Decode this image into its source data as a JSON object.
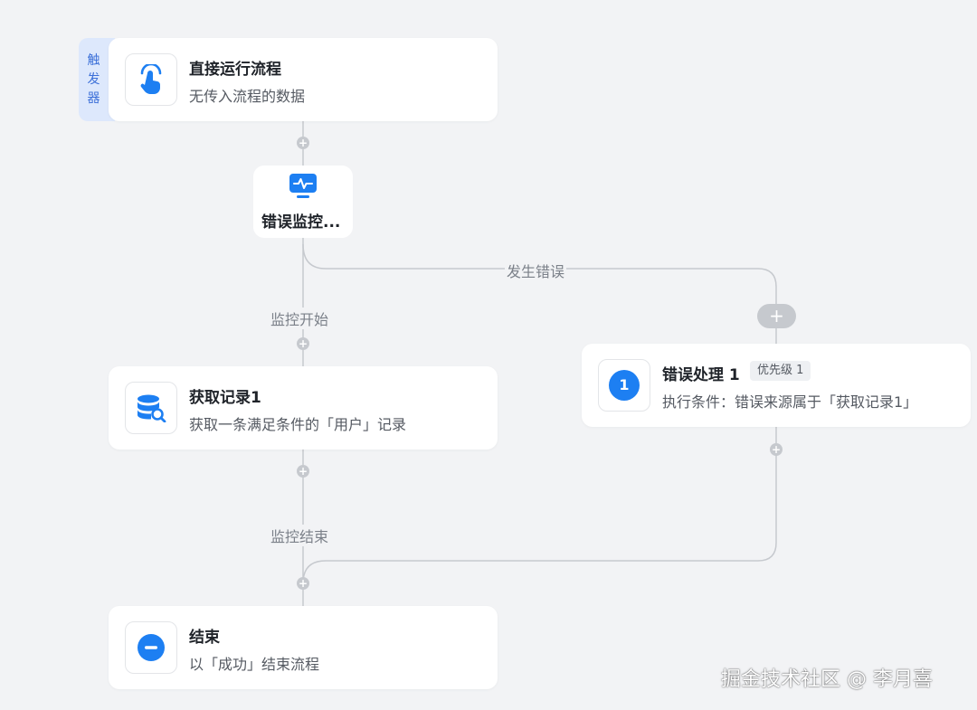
{
  "theme": {
    "accent": "#1d7ff2",
    "line": "#c6c9ce",
    "canvas_bg": "#f2f3f5"
  },
  "trigger": {
    "tab_label": "触\n发\n器",
    "icon": "pointer-hand-icon"
  },
  "nodes": {
    "start": {
      "title": "直接运行流程",
      "subtitle": "无传入流程的数据",
      "icon": "pointer-hand-icon"
    },
    "monitor": {
      "title": "错误监控...",
      "icon": "monitor-pulse-icon"
    },
    "get_record": {
      "title": "获取记录1",
      "subtitle": "获取一条满足条件的「用户」记录",
      "icon": "database-search-icon"
    },
    "error_handler": {
      "title": "错误处理 1",
      "badge": "优先级 1",
      "subtitle": "执行条件：错误来源属于「获取记录1」",
      "number": "1",
      "icon": "number-circle-icon"
    },
    "end": {
      "title": "结束",
      "subtitle": "以「成功」结束流程",
      "icon": "minus-circle-icon"
    }
  },
  "edges": {
    "on_error": "发生错误",
    "monitor_start": "监控开始",
    "monitor_end": "监控结束"
  },
  "add_symbol": "+",
  "watermark": "掘金技术社区 @ 李月喜"
}
